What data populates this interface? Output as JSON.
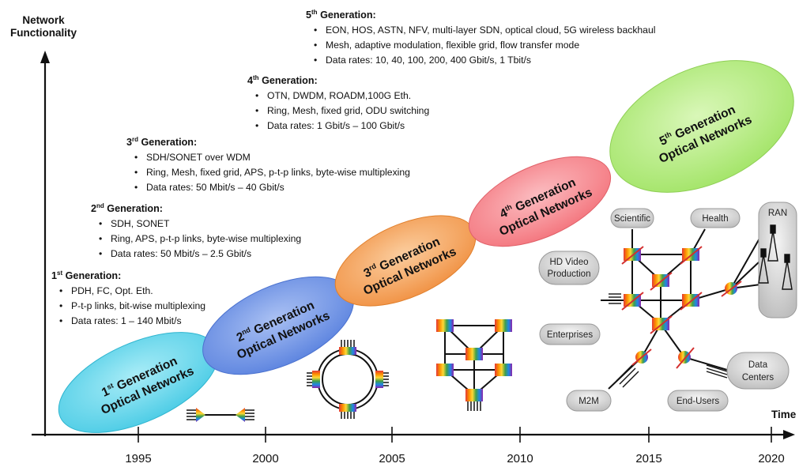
{
  "axis": {
    "y_line1": "Network",
    "y_line2": "Functionality",
    "x_label": "Time",
    "years": [
      "1995",
      "2000",
      "2005",
      "2010",
      "2015",
      "2020"
    ]
  },
  "generations": [
    {
      "num": "1",
      "sup": "st",
      "title": "Generation:",
      "bullets": [
        "PDH, FC, Opt. Eth.",
        "P-t-p links, bit-wise multiplexing",
        "Data rates: 1 – 140 Mbit/s"
      ],
      "ellipse_line1": "Generation",
      "ellipse_line2": "Optical Networks",
      "color": "#5fd6ec"
    },
    {
      "num": "2",
      "sup": "nd",
      "title": "Generation:",
      "bullets": [
        "SDH, SONET",
        "Ring, APS, p-t-p links, byte-wise multiplexing",
        "Data rates: 50 Mbit/s – 2.5 Gbit/s"
      ],
      "ellipse_line1": "Generation",
      "ellipse_line2": "Optical Networks",
      "color": "#6f93e6"
    },
    {
      "num": "3",
      "sup": "rd",
      "title": "Generation:",
      "bullets": [
        "SDH/SONET over WDM",
        "Ring, Mesh, fixed grid, APS, p-t-p links, byte-wise multiplexing",
        "Data rates: 50 Mbit/s – 40 Gbit/s"
      ],
      "ellipse_line1": "Generation",
      "ellipse_line2": "Optical Networks",
      "color": "#f4a35a"
    },
    {
      "num": "4",
      "sup": "th",
      "title": "Generation:",
      "bullets": [
        "OTN, DWDM, ROADM,100G Eth.",
        "Ring, Mesh, fixed grid, ODU switching",
        "Data rates: 1 Gbit/s – 100 Gbit/s"
      ],
      "ellipse_line1": "Generation",
      "ellipse_line2": "Optical Networks",
      "color": "#f78a91"
    },
    {
      "num": "5",
      "sup": "th",
      "title": "Generation:",
      "bullets": [
        "EON, HOS, ASTN, NFV, multi-layer SDN, optical cloud, 5G wireless backhaul",
        "Mesh, adaptive modulation, flexible grid, flow transfer mode",
        "Data rates: 10, 40, 100, 200, 400 Gbit/s, 1 Tbit/s"
      ],
      "ellipse_line1": "Generation",
      "ellipse_line2": "Optical Networks",
      "color": "#b7ec84"
    }
  ],
  "nodes": {
    "scientific": "Scientific",
    "health": "Health",
    "ran": "RAN",
    "hd_video_1": "HD Video",
    "hd_video_2": "Production",
    "enterprises": "Enterprises",
    "m2m": "M2M",
    "end_users": "End-Users",
    "data_centers_1": "Data",
    "data_centers_2": "Centers"
  }
}
